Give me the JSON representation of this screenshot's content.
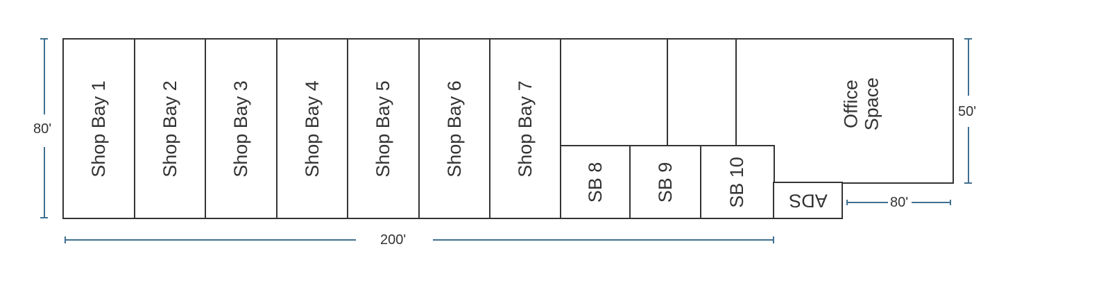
{
  "floorplan": {
    "rooms": [
      {
        "id": "shop-bay-1",
        "label": "Shop Bay 1"
      },
      {
        "id": "shop-bay-2",
        "label": "Shop Bay 2"
      },
      {
        "id": "shop-bay-3",
        "label": "Shop Bay 3"
      },
      {
        "id": "shop-bay-4",
        "label": "Shop Bay 4"
      },
      {
        "id": "shop-bay-5",
        "label": "Shop Bay 5"
      },
      {
        "id": "shop-bay-6",
        "label": "Shop Bay 6"
      },
      {
        "id": "shop-bay-7",
        "label": "Shop Bay 7"
      },
      {
        "id": "sb-8",
        "label": "SB 8"
      },
      {
        "id": "sb-9",
        "label": "SB 9"
      },
      {
        "id": "sb-10",
        "label": "SB 10"
      },
      {
        "id": "office-space",
        "label_line1": "Office",
        "label_line2": "Space"
      },
      {
        "id": "ads",
        "label": "ADS"
      }
    ],
    "dimensions": {
      "left_height": "80'",
      "right_height": "50'",
      "bottom_width": "200'",
      "office_width": "80'"
    },
    "colors": {
      "wall": "#333333",
      "dimension_line": "#3f6f8f"
    }
  }
}
